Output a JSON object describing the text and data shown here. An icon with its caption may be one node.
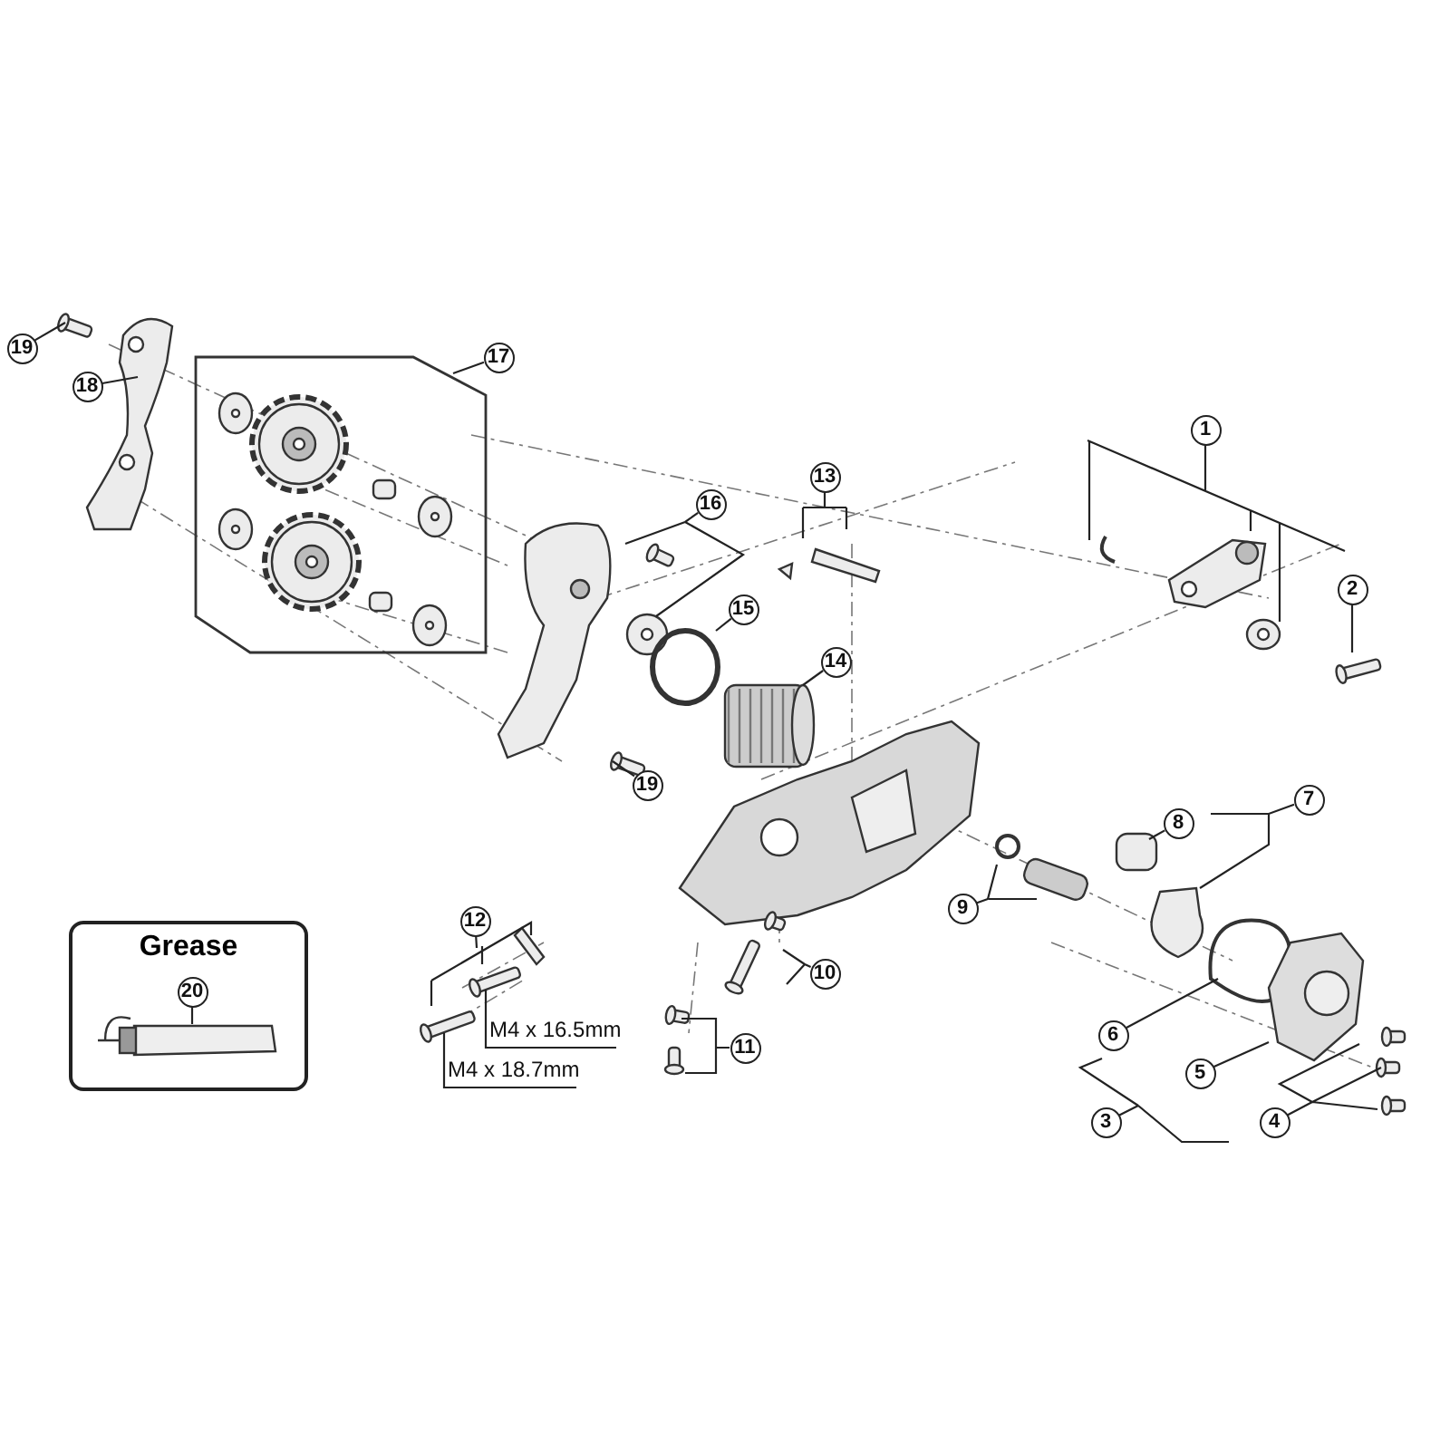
{
  "diagram": {
    "nodes": [
      {
        "text": [
          "19"
        ]
      },
      {
        "text": [
          "17"
        ]
      },
      {
        "text": [
          "18"
        ]
      },
      {
        "text": [
          "1"
        ]
      },
      {
        "text": [
          "13"
        ]
      },
      {
        "text": [
          "16"
        ]
      },
      {
        "text": [
          "2"
        ]
      },
      {
        "text": [
          "15"
        ]
      },
      {
        "text": [
          "14"
        ]
      },
      {
        "text": [
          "19"
        ]
      },
      {
        "text": [
          "7"
        ]
      },
      {
        "text": [
          "8"
        ]
      },
      {
        "text": [
          "9"
        ]
      },
      {
        "text": [
          "Grease"
        ]
      },
      {
        "text": [
          "20"
        ],
        "in": 13
      },
      {
        "text": [
          "12"
        ]
      },
      {
        "text": [
          "10"
        ]
      },
      {
        "text": [
          "11"
        ]
      },
      {
        "text": [
          "6"
        ]
      },
      {
        "text": [
          "M4 x 16.5mm"
        ]
      },
      {
        "text": [
          "5"
        ]
      },
      {
        "text": [
          "M4 x 18.7mm"
        ]
      },
      {
        "text": [
          "3"
        ]
      },
      {
        "text": [
          "4"
        ]
      }
    ],
    "edges": [
      {
        "from": 0,
        "to": null,
        "arrow": "none"
      },
      {
        "from": 1,
        "to": null,
        "arrow": "none"
      },
      {
        "from": 2,
        "to": null,
        "arrow": "none"
      },
      {
        "from": 3,
        "to": null,
        "arrow": "none"
      },
      {
        "from": 4,
        "to": null,
        "arrow": "none"
      },
      {
        "from": 5,
        "to": null,
        "arrow": "none"
      },
      {
        "from": 6,
        "to": null,
        "arrow": "none"
      },
      {
        "from": 7,
        "to": null,
        "arrow": "none"
      },
      {
        "from": 8,
        "to": null,
        "arrow": "none"
      },
      {
        "from": 9,
        "to": null,
        "arrow": "none"
      },
      {
        "from": 10,
        "to": null,
        "arrow": "none"
      },
      {
        "from": 11,
        "to": null,
        "arrow": "none"
      },
      {
        "from": 12,
        "to": null,
        "arrow": "none"
      },
      {
        "from": 14,
        "to": null,
        "arrow": "none"
      },
      {
        "from": 15,
        "to": null,
        "arrow": "none"
      },
      {
        "from": 16,
        "to": null,
        "arrow": "none"
      },
      {
        "from": 17,
        "to": null,
        "arrow": "none"
      },
      {
        "from": 18,
        "to": null,
        "arrow": "none"
      },
      {
        "from": 19,
        "to": null,
        "arrow": "none"
      },
      {
        "from": 20,
        "to": null,
        "arrow": "none"
      },
      {
        "from": 21,
        "to": null,
        "arrow": "none"
      },
      {
        "from": 22,
        "to": null,
        "arrow": "none"
      },
      {
        "from": 23,
        "to": null,
        "arrow": "none"
      }
    ]
  }
}
